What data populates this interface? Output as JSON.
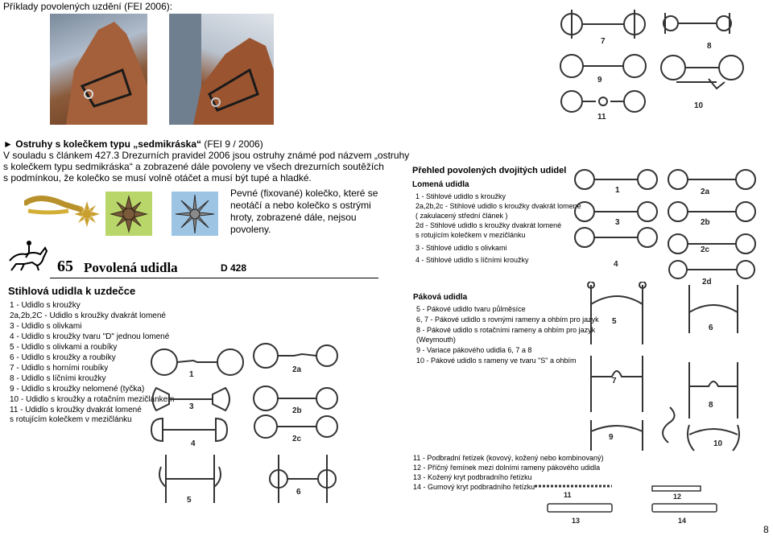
{
  "header": {
    "title": "Příklady povolených uzdění (FEI 2006):"
  },
  "spurs": {
    "heading_bold": "Ostruhy  s kolečkem typu „sedmikráska“",
    "heading_rest": " (FEI  9 / 2006)",
    "lines": [
      "V souladu s článkem 427.3 Drezurních pravidel 2006 jsou ostruhy známé pod názvem „ostruhy",
      "s kolečkem typu sedmikráska“ a zobrazené dále povoleny ve všech drezurních soutěžích",
      "s podmínkou, že kolečko se musí volně otáčet a musí být tupé a hladké."
    ],
    "note": [
      "Pevné (fixované) kolečko, které se",
      "neotáčí a nebo kolečko s ostrými",
      "hroty, zobrazené dále, nejsou",
      "povoleny."
    ]
  },
  "rule": {
    "number": "65",
    "title": "Povolená udidla",
    "code": "D 428"
  },
  "snaffle": {
    "title": "Stihlová udidla k uzdečce",
    "items": [
      "1 - Udidlo s kroužky",
      "2a,2b,2C - Udidlo s kroužky dvakrát lomené",
      "3 - Udidlo s olivkami",
      "4 - Udidlo s kroužky tvaru \"D\" jednou lomené",
      "5 - Udidlo s olivkami a roubíky",
      "6 - Udidlo s kroužky a roubíky",
      "7 - Udidlo s horními roubíky",
      "8 - Udidlo s líčními kroužky",
      "9 - Udidlo s kroužky nelomené (tyčka)",
      "10 - Udidlo s kroužky a rotačním mezičlánkem",
      "11 - Udidlo s kroužky dvakrát lomené",
      "       s rotujícím kolečkem v mezičlánku"
    ],
    "labels": [
      "1",
      "2a",
      "3",
      "2b",
      "4",
      "2c",
      "5",
      "6"
    ]
  },
  "top_bits": {
    "labels": [
      "7",
      "8",
      "9",
      "10",
      "11"
    ]
  },
  "double": {
    "title": "Přehled povolených dvojitých udidel",
    "subtitle": "Lomená udidla",
    "items": [
      "1 - Stihlové udidlo s kroužky",
      "2a,2b,2c - Stihlové udidlo s kroužky dvakrát lomené",
      "               ( zakulacený střední článek )",
      "2d - Stihlové udidlo s kroužky dvakrát lomené",
      "        s rotujícím kolečkem v mezičlánku",
      "3 - Stihlové udidlo s olivkami",
      "4 - Stihlové udidlo s líčními kroužky"
    ],
    "labels": [
      "1",
      "2a",
      "3",
      "2b",
      "2c",
      "4",
      "2d"
    ]
  },
  "curb": {
    "subtitle": "Páková udidla",
    "items": [
      "5 - Pákové udidlo tvaru půlměsíce",
      "6, 7 - Pákové udidlo s rovnými rameny a ohbím pro jazyk",
      "8 - Pákové udidlo s rotačními rameny a ohbím pro jazyk",
      "      (Weymouth)",
      "9 - Variace pákového udidla 6, 7 a 8",
      "10 - Pákové udidlo s rameny ve tvaru \"S\" a ohbím"
    ],
    "labels": [
      "5",
      "6",
      "7",
      "8",
      "9",
      "10"
    ]
  },
  "chains": {
    "items": [
      "11 - Podbradní řetízek (kovový, kožený nebo kombinovaný)",
      "12 - Příčný řemínek mezi dolními rameny pákového udidla",
      "13 - Kožený kryt podbradního řetízku",
      "14 - Gumový kryt podbradního řetízku"
    ],
    "labels": [
      "11",
      "12",
      "13",
      "14"
    ]
  },
  "page_number": "8"
}
